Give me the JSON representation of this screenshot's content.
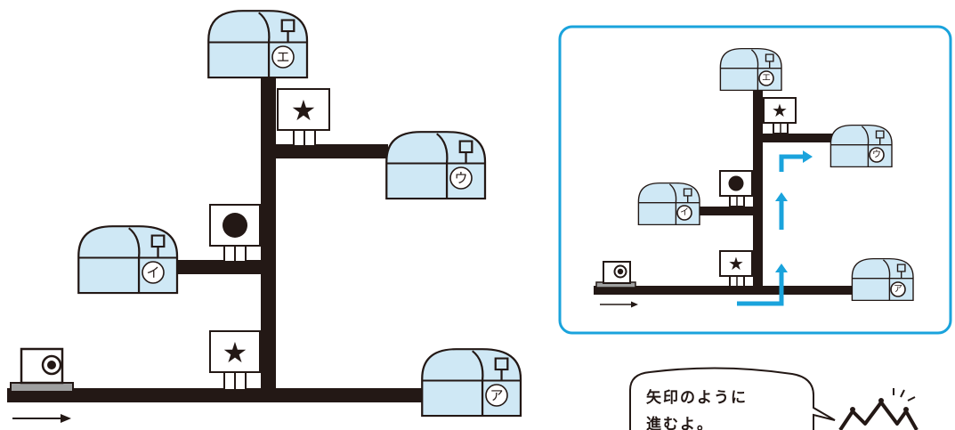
{
  "destinations": {
    "a": {
      "label": "ア"
    },
    "i": {
      "label": "イ"
    },
    "u": {
      "label": "ウ"
    },
    "e": {
      "label": "エ"
    }
  },
  "signs": {
    "lower": {
      "symbol": "★"
    },
    "middle": {
      "symbol": "●"
    },
    "upper": {
      "symbol": "★"
    }
  },
  "colors": {
    "track": "#231815",
    "hut_fill": "#cfe8f5",
    "frame_border": "#1aa3dc",
    "route_arrow": "#1aa3dc",
    "base": "#9fa0a0"
  },
  "speech_bubble": {
    "line1": "矢印のように",
    "line2": "進むよ。"
  }
}
